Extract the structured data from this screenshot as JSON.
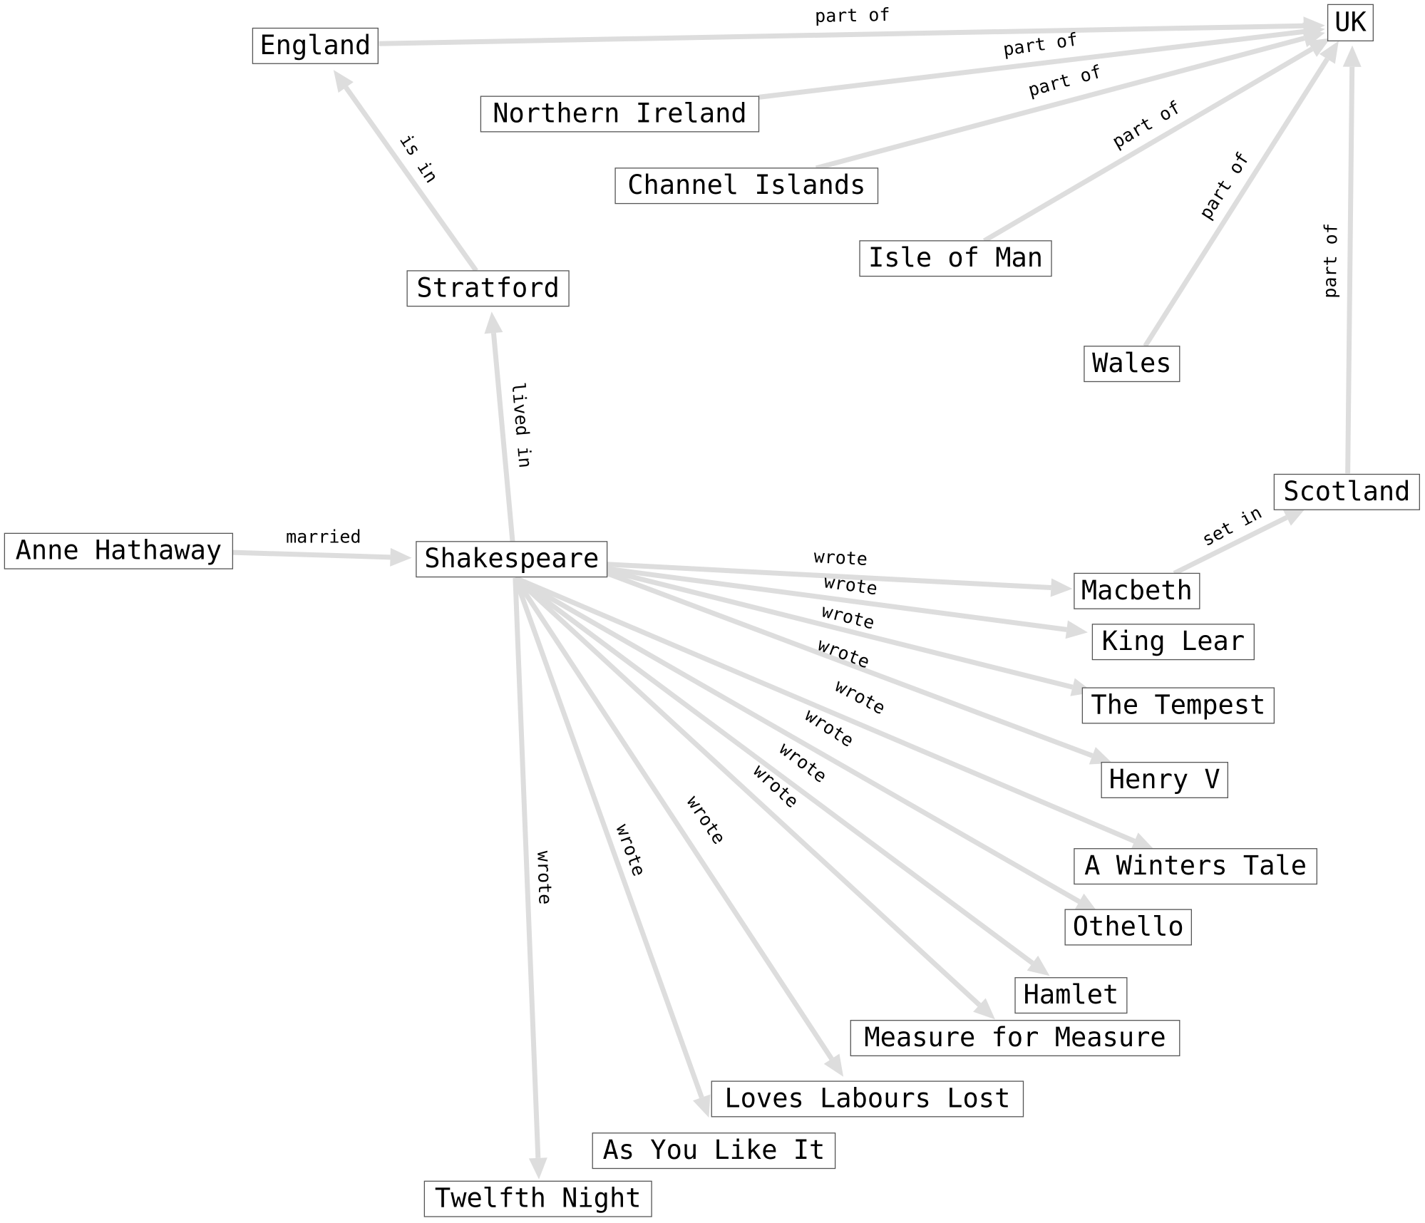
{
  "diagram": {
    "nodes": [
      {
        "id": "uk",
        "label": "UK"
      },
      {
        "id": "england",
        "label": "England"
      },
      {
        "id": "northern_ireland",
        "label": "Northern Ireland"
      },
      {
        "id": "channel_islands",
        "label": "Channel Islands"
      },
      {
        "id": "isle_of_man",
        "label": "Isle of Man"
      },
      {
        "id": "wales",
        "label": "Wales"
      },
      {
        "id": "scotland",
        "label": "Scotland"
      },
      {
        "id": "stratford",
        "label": "Stratford"
      },
      {
        "id": "anne_hathaway",
        "label": "Anne Hathaway"
      },
      {
        "id": "shakespeare",
        "label": "Shakespeare"
      },
      {
        "id": "macbeth",
        "label": "Macbeth"
      },
      {
        "id": "king_lear",
        "label": "King Lear"
      },
      {
        "id": "the_tempest",
        "label": "The Tempest"
      },
      {
        "id": "henry_v",
        "label": "Henry V"
      },
      {
        "id": "a_winters_tale",
        "label": "A Winters Tale"
      },
      {
        "id": "othello",
        "label": "Othello"
      },
      {
        "id": "hamlet",
        "label": "Hamlet"
      },
      {
        "id": "measure_for_measure",
        "label": "Measure for Measure"
      },
      {
        "id": "loves_labours_lost",
        "label": "Loves Labours Lost"
      },
      {
        "id": "as_you_like_it",
        "label": "As You Like It"
      },
      {
        "id": "twelfth_night",
        "label": "Twelfth Night"
      }
    ],
    "edges": [
      {
        "from": "england",
        "to": "uk",
        "label": "part of"
      },
      {
        "from": "northern_ireland",
        "to": "uk",
        "label": "part of"
      },
      {
        "from": "channel_islands",
        "to": "uk",
        "label": "part of"
      },
      {
        "from": "isle_of_man",
        "to": "uk",
        "label": "part of"
      },
      {
        "from": "wales",
        "to": "uk",
        "label": "part of"
      },
      {
        "from": "scotland",
        "to": "uk",
        "label": "part of"
      },
      {
        "from": "stratford",
        "to": "england",
        "label": "is in"
      },
      {
        "from": "shakespeare",
        "to": "stratford",
        "label": "lived in"
      },
      {
        "from": "anne_hathaway",
        "to": "shakespeare",
        "label": "married"
      },
      {
        "from": "macbeth",
        "to": "scotland",
        "label": "set in"
      },
      {
        "from": "shakespeare",
        "to": "macbeth",
        "label": "wrote"
      },
      {
        "from": "shakespeare",
        "to": "king_lear",
        "label": "wrote"
      },
      {
        "from": "shakespeare",
        "to": "the_tempest",
        "label": "wrote"
      },
      {
        "from": "shakespeare",
        "to": "henry_v",
        "label": "wrote"
      },
      {
        "from": "shakespeare",
        "to": "a_winters_tale",
        "label": "wrote"
      },
      {
        "from": "shakespeare",
        "to": "othello",
        "label": "wrote"
      },
      {
        "from": "shakespeare",
        "to": "hamlet",
        "label": "wrote"
      },
      {
        "from": "shakespeare",
        "to": "measure_for_measure",
        "label": "wrote"
      },
      {
        "from": "shakespeare",
        "to": "loves_labours_lost",
        "label": "wrote"
      },
      {
        "from": "shakespeare",
        "to": "as_you_like_it",
        "label": "wrote"
      },
      {
        "from": "shakespeare",
        "to": "twelfth_night",
        "label": "wrote"
      }
    ]
  }
}
